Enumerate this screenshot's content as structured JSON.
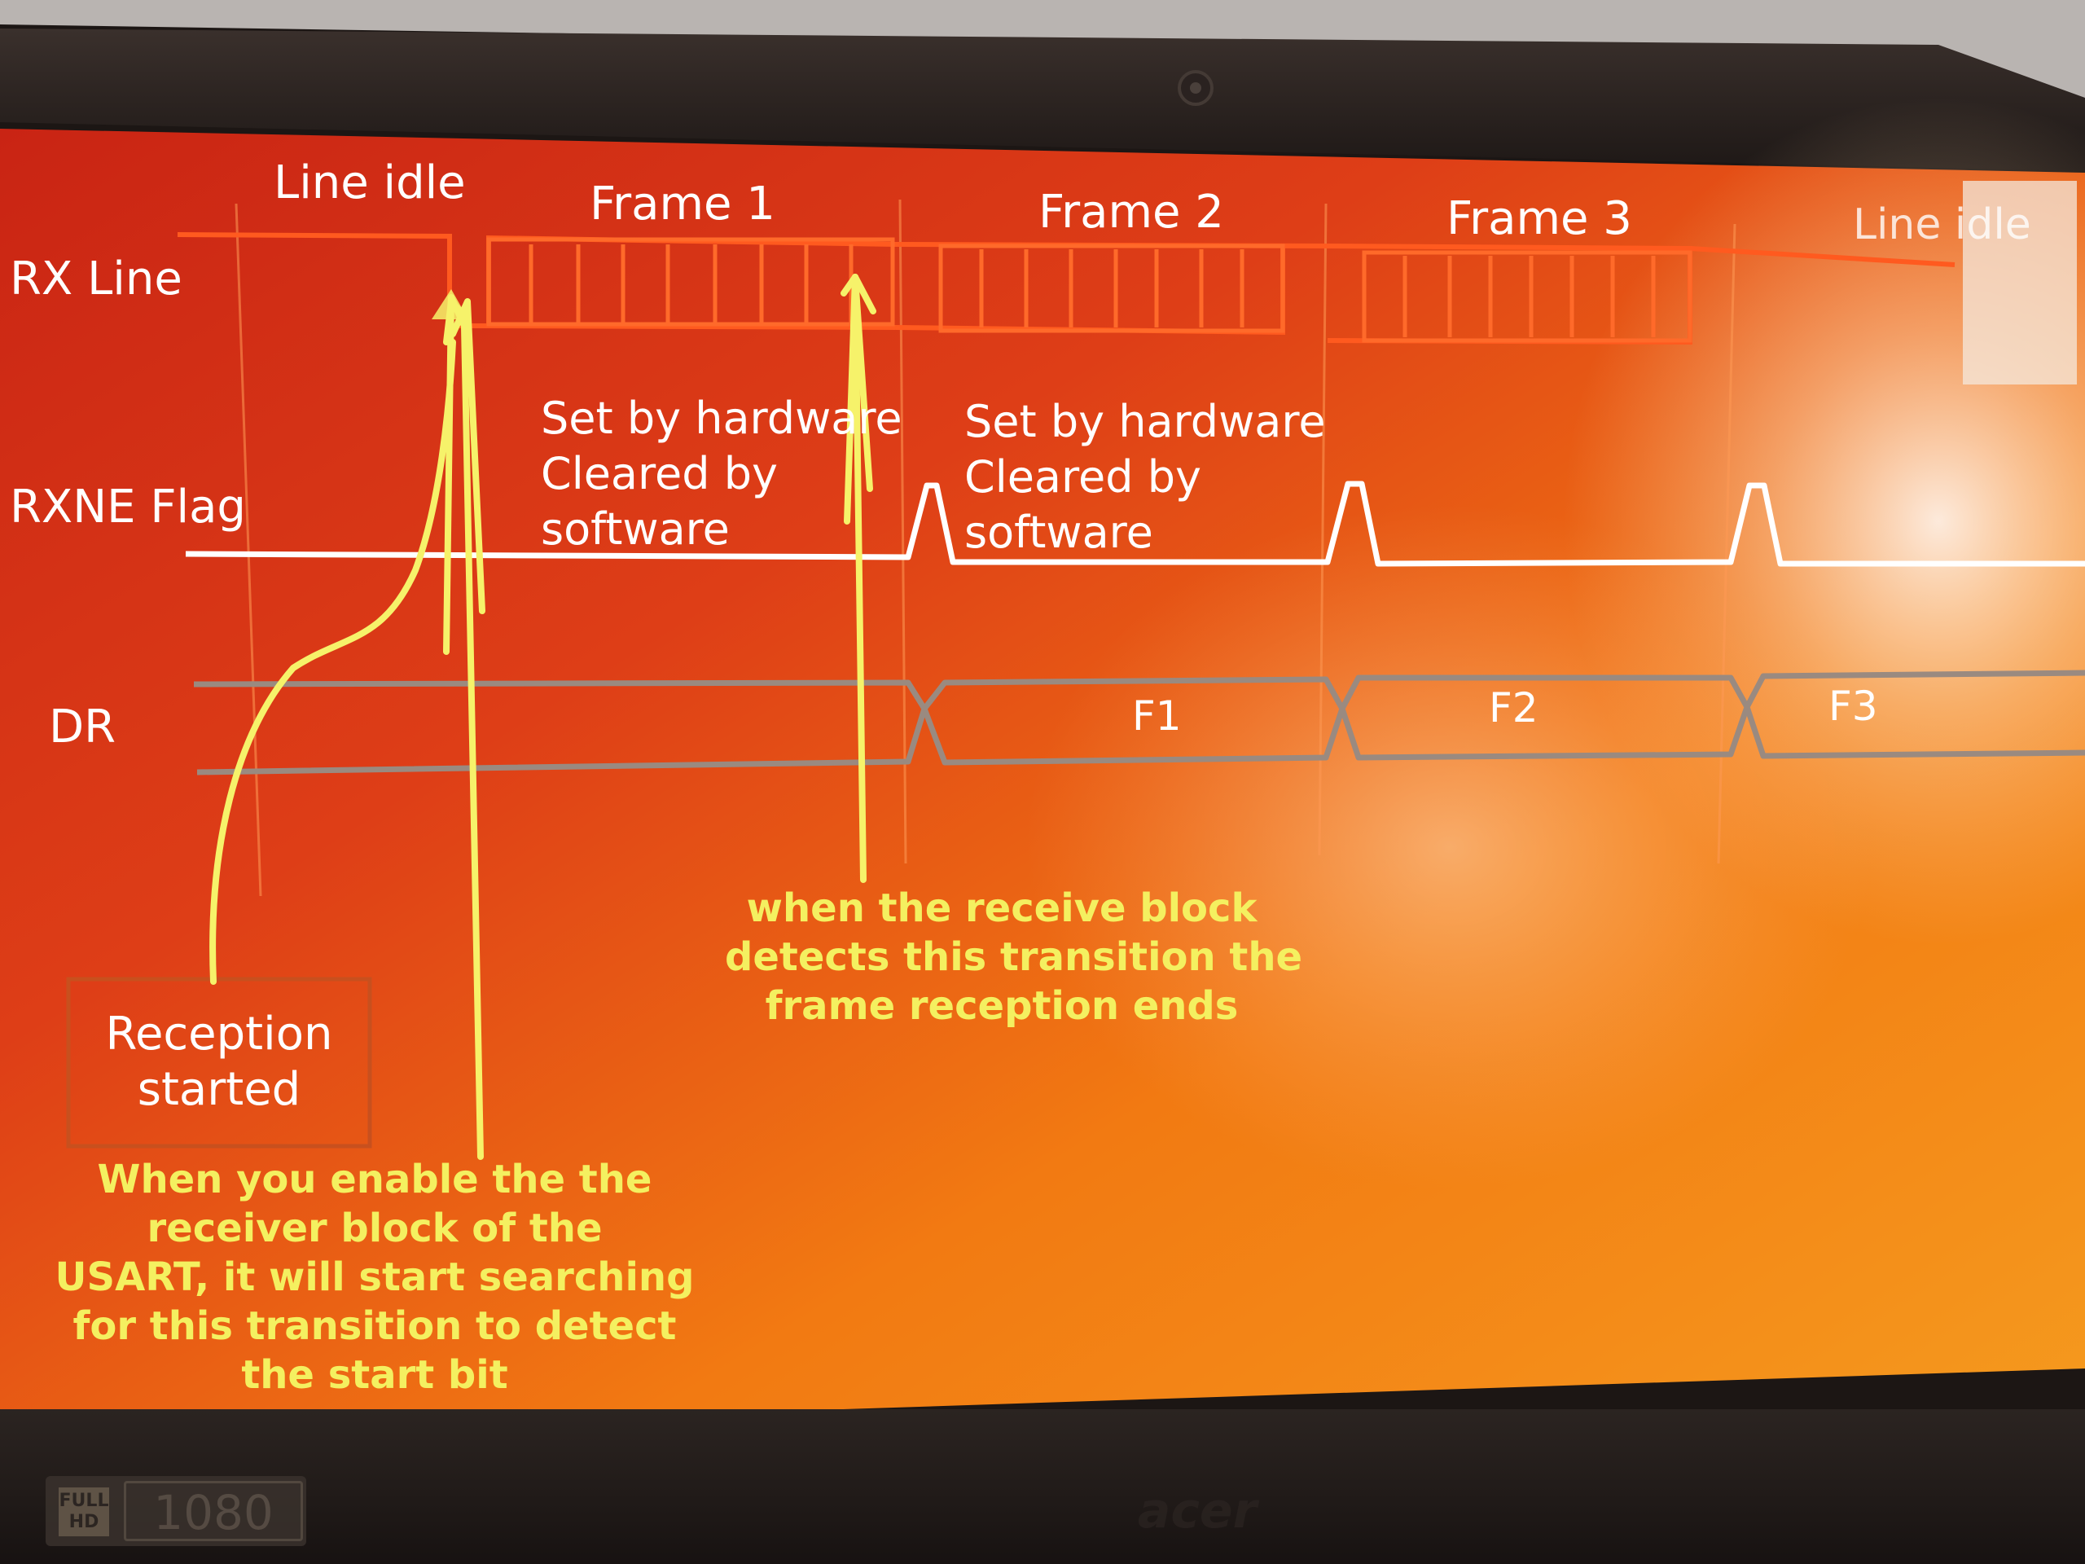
{
  "slide": {
    "row_labels": {
      "rx_line": "RX Line",
      "rxne_flag": "RXNE Flag",
      "dr": "DR"
    },
    "segment_headers": {
      "line_idle_start": "Line idle",
      "frame1": "Frame 1",
      "frame2": "Frame 2",
      "frame3": "Frame 3",
      "line_idle_end": "Line idle"
    },
    "flag_notes": [
      {
        "line1": "Set by hardware",
        "line2": "Cleared by",
        "line3": "software"
      },
      {
        "line1": "Set by hardware",
        "line2": "Cleared by",
        "line3": "software"
      }
    ],
    "dr_values": [
      "F1",
      "F2",
      "F3"
    ],
    "reception_box": {
      "line1": "Reception",
      "line2": "started"
    },
    "annotation_enable": {
      "lines": [
        "When you enable the the",
        "receiver block of the",
        "USART, it will start searching",
        "for this transition to detect",
        "the start bit"
      ]
    },
    "annotation_end": {
      "lines": [
        "when the receive block",
        "detects this transition the",
        "frame reception ends"
      ]
    }
  },
  "device": {
    "badge_top": "FULL HD",
    "badge_res": "1080",
    "brand": "acer"
  },
  "colors": {
    "slide_red": "#d9301a",
    "slide_orange": "#f07d10",
    "rx_line": "#ff5a1f",
    "flag_line": "#ffffff",
    "dr_bus": "#9a8a80",
    "annotation": "#f4f060",
    "arrow": "#f6f26a"
  }
}
